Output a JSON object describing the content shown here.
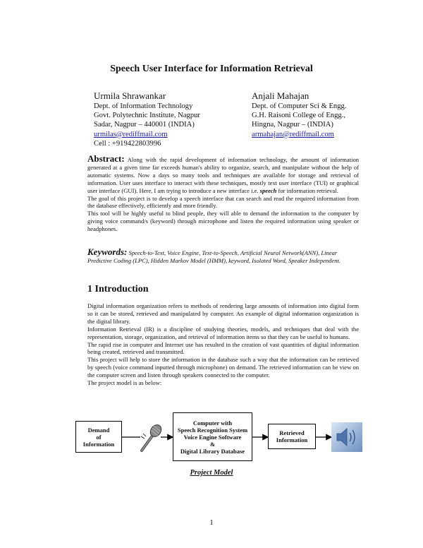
{
  "paper": {
    "title": "Speech User Interface for Information Retrieval",
    "authors": [
      {
        "name": "Urmila Shrawankar",
        "lines": [
          "Dept. of Information Technology",
          "Govt. Polytechnic Institute, Nagpur",
          "Sadar, Nagpur – 440001 (INDIA)"
        ],
        "email": "urmilas@rediffmail.com",
        "extra": "Cell : +919422803996"
      },
      {
        "name": "Anjali Mahajan",
        "lines": [
          "Dept. of Computer Sci & Engg.",
          "G.H. Raisoni College of Engg.,",
          "Hingna, Nagpur – (INDIA)"
        ],
        "email": "armahajan@rediffmail.com"
      }
    ],
    "abstract": {
      "label": "Abstract:",
      "p1_a": "Along with the rapid development of information technology, the amount of information generated at a given time far exceeds human's ability to organize, search, and manipulate without the help of automatic systems. Now a days so many tools and techniques are available for storage and retrieval of information. User uses interface to interact with these techniques, mostly text user interface (TUI) or graphical user interface (GUI).  Here, I am trying to introduce a new interface i.e. ",
      "p1_em": "speech",
      "p1_b": " for information retrieval.",
      "p2": "The goal of this project is to develop a speech interface that can search and read the required information from the database effectively, efficiently and more friendly.",
      "p3": "This tool will be highly useful to blind people, they will able to demand the information to the computer by giving voice command/s (keyword) through microphone and listen the required information using speaker or headphones."
    },
    "keywords": {
      "label": "Keywords:",
      "text": "Speech-to-Text, Voice Engine, Text-to-Speech, Artificial Neural Network(ANN), Linear Predictive Coding (LPC), Hidden Markov Model (HMM), keyword, Isolated Word, Speaker Independent."
    },
    "intro": {
      "heading": "1 Introduction",
      "p1": "Digital information organization refers to methods of rendering large amounts of information into digital form so it can be stored, retrieved and manipulated by computer. An example of digital information organization is the digital library.",
      "p2": "Information Retrieval (IR) is a discipline of studying theories, models, and techniques that deal with the representation, storage, organization, and retrieval of information items so that they can be useful to humans.",
      "p3": "The rapid rise in computer and Internet use has resulted in the creation of vast quantities of digital information being created, retrieved and transmitted.",
      "p4": "This project will help to store the information in the database such a way that the information can be retrieved by speech (voice command inputted through microphone) on demand. The retrieved information can be view on the computer screen and listen through speakers connected to the computer.",
      "p5": "The project model is as below:"
    },
    "figure": {
      "demand_box": [
        "Demand",
        "of",
        "Information"
      ],
      "computer_box": [
        "Computer with",
        "Speech Recognition System",
        "Voice Engine Software",
        "&",
        "Digital Library Database"
      ],
      "retrieved_box": [
        "Retrieved",
        "Information"
      ],
      "microphone_icon": "microphone-icon",
      "speaker_icon": "speaker-icon",
      "caption": "Project Model"
    },
    "page_number": "1"
  }
}
